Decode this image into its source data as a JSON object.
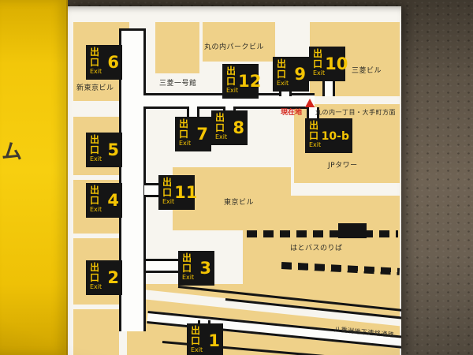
{
  "panel": {
    "partial_text": "ム"
  },
  "sign": {
    "exits": [
      {
        "kanji": "出口",
        "en": "Exit",
        "num": "6"
      },
      {
        "kanji": "出口",
        "en": "Exit",
        "num": "12"
      },
      {
        "kanji": "出口",
        "en": "Exit",
        "num": "9"
      },
      {
        "kanji": "出口",
        "en": "Exit",
        "num": "10"
      },
      {
        "kanji": "出口",
        "en": "Exit",
        "num": "5"
      },
      {
        "kanji": "出口",
        "en": "Exit",
        "num": "7"
      },
      {
        "kanji": "出口",
        "en": "Exit",
        "num": "8"
      },
      {
        "kanji": "出口",
        "en": "Exit",
        "num": "10-b"
      },
      {
        "kanji": "出口",
        "en": "Exit",
        "num": "4"
      },
      {
        "kanji": "出口",
        "en": "Exit",
        "num": "11"
      },
      {
        "kanji": "出口",
        "en": "Exit",
        "num": "2"
      },
      {
        "kanji": "出口",
        "en": "Exit",
        "num": "3"
      },
      {
        "kanji": "出口",
        "en": "Exit",
        "num": "1"
      }
    ],
    "labels": {
      "marunouchi_park_building": "丸の内パークビル",
      "mitsubishi_ichigokan": "三菱一号館",
      "shin_tokyo_building": "新東京ビル",
      "mitsubishi_building": "三菱ビル",
      "jp_tower": "JPタワー",
      "tokyo_building": "東京ビル",
      "hato_bus_stop": "はとバスのりば",
      "yaesu_underground_passage": "八重洲地下連絡通路",
      "direction_note": "丸の内一丁目・大手町方面",
      "current_location": "現在地"
    },
    "colors": {
      "panel_yellow": "#f2c704",
      "building_tan": "#efd189",
      "exit_box_black": "#151515",
      "exit_text_yellow": "#f4c403",
      "current_location_red": "#d4251c"
    }
  }
}
